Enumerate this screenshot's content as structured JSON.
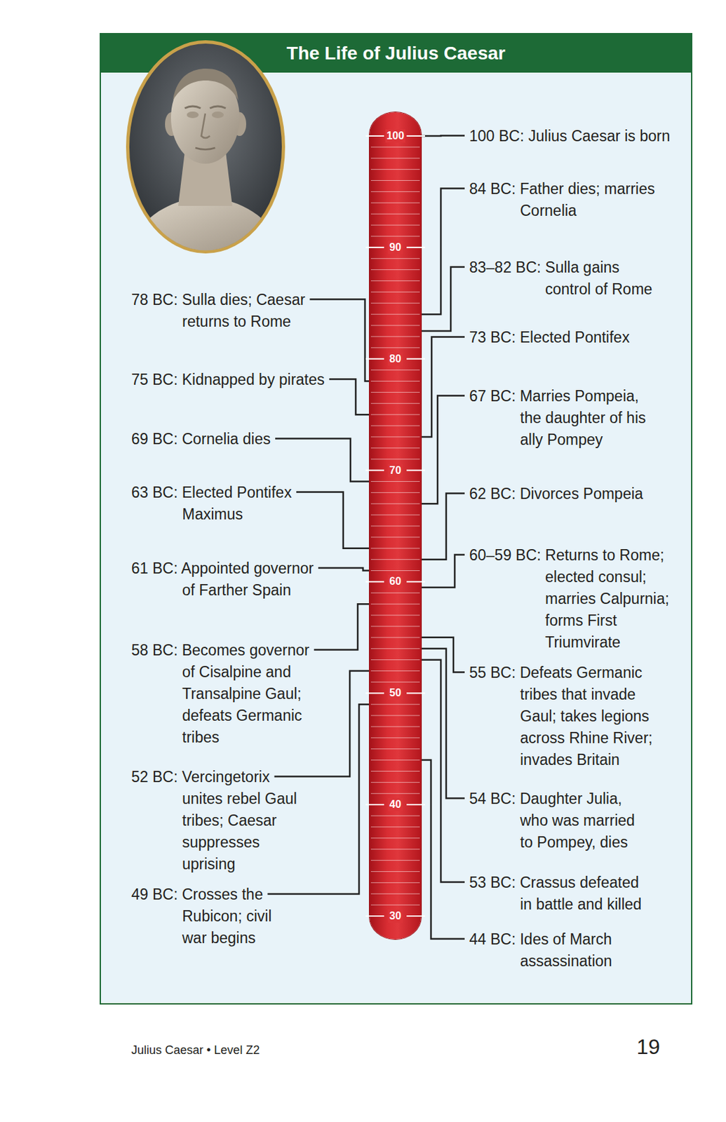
{
  "diagram": {
    "title": "The Life of Julius Caesar",
    "nodes": [
      {
        "text": [
          "100",
          "90",
          "80",
          "70",
          "60",
          "50",
          "40",
          "30"
        ]
      }
    ],
    "labels": [
      "100 BC: Julius Caesar is born",
      "84 BC: Father dies; marries Cornelia",
      "83–82 BC: Sulla gains control of Rome",
      "78 BC: Sulla dies; Caesar returns to Rome",
      "75 BC: Kidnapped by pirates",
      "73 BC: Elected Pontifex",
      "69 BC: Cornelia dies",
      "67 BC: Marries Pompeia, the daughter of his ally Pompey",
      "63 BC: Elected Pontifex Maximus",
      "62 BC: Divorces Pompeia",
      "61 BC: Appointed governor of Farther Spain",
      "60–59 BC: Returns to Rome; elected consul; marries Calpurnia; forms First Triumvirate",
      "58 BC: Becomes governor of Cisalpine and Transalpine Gaul; defeats Germanic tribes",
      "55 BC: Defeats Germanic tribes that invade Gaul; takes legions across Rhine River; invades Britain",
      "54 BC: Daughter Julia, who was married to Pompey, dies",
      "53 BC: Crassus defeated in battle and killed",
      "52 BC: Vercingetorix unites rebel Gaul tribes; Caesar suppresses uprising",
      "49 BC: Crosses the Rubicon; civil war begins",
      "44 BC: Ides of March assassination",
      "Julius Caesar • Level Z2",
      "19"
    ]
  }
}
